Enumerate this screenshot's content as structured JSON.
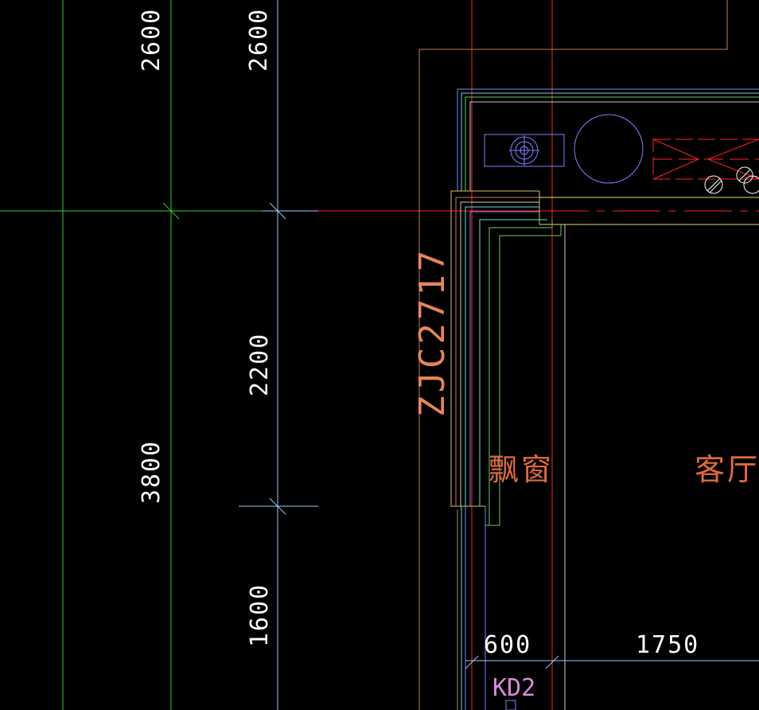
{
  "dimensions": {
    "axis_a_top": "2600",
    "axis_b_top": "2600",
    "axis_a_mid": "3800",
    "axis_b_mid": "2200",
    "axis_b_bottom": "1600",
    "bottom_left": "600",
    "bottom_right": "1750"
  },
  "labels": {
    "window_code": "ZJC2717",
    "bay_window": "飘窗",
    "living_room": "客厅",
    "opening": "KD2"
  },
  "colors": {
    "background": "#000000",
    "axis_green": "#33cc33",
    "axis_cyan": "#99ccff",
    "axis_red": "#ff2222",
    "wall_orange": "#c08060",
    "wall_blue": "#8080ff",
    "text_white": "#ffffff",
    "label_orange": "#e06a3a",
    "label_pink": "#d98ad9"
  }
}
